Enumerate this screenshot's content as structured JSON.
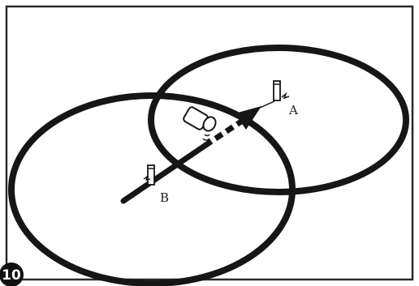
{
  "figure": {
    "number": "10",
    "labels": {
      "a": "A",
      "b": "B"
    }
  },
  "colors": {
    "background": "#ffffff",
    "ink": "#161616",
    "frame": "#2a2a2a",
    "badge": "#111111"
  }
}
